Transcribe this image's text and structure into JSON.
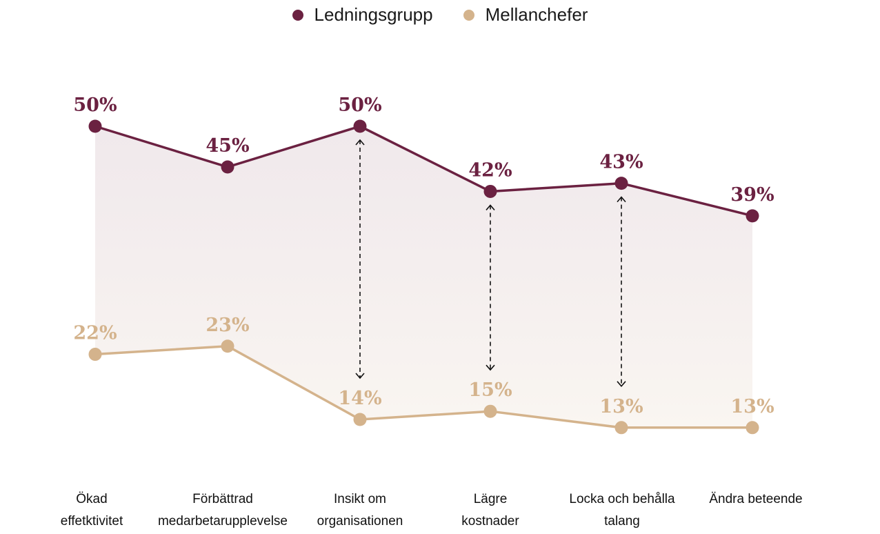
{
  "colors": {
    "leadership": "#6b2141",
    "managers": "#d4b38c"
  },
  "legend": [
    {
      "label": "Ledningsgrupp",
      "color": "#6b2141"
    },
    {
      "label": "Mellanchefer",
      "color": "#d4b38c"
    }
  ],
  "categories": [
    {
      "line1": "Ökad",
      "line2": "effetktivitet"
    },
    {
      "line1": "Förbättrad",
      "line2": "medarbetarupplevelse"
    },
    {
      "line1": "Insikt om",
      "line2": "organisationen"
    },
    {
      "line1": "Lägre",
      "line2": "kostnader"
    },
    {
      "line1": "Locka och behålla",
      "line2": "talang"
    },
    {
      "line1": "Ändra beteende",
      "line2": ""
    }
  ],
  "chart_data": {
    "type": "line",
    "title": "",
    "xlabel": "",
    "ylabel": "",
    "categories": [
      "Ökad effetktivitet",
      "Förbättrad medarbetarupplevelse",
      "Insikt om organisationen",
      "Lägre kostnader",
      "Locka och behålla talang",
      "Ändra beteende"
    ],
    "series": [
      {
        "name": "Ledningsgrupp",
        "values": [
          50,
          45,
          50,
          42,
          43,
          39
        ],
        "labels": [
          "50%",
          "45%",
          "50%",
          "42%",
          "43%",
          "39%"
        ],
        "color": "#6b2141"
      },
      {
        "name": "Mellanchefer",
        "values": [
          22,
          23,
          14,
          15,
          13,
          13
        ],
        "labels": [
          "22%",
          "23%",
          "14%",
          "15%",
          "13%",
          "13%"
        ],
        "color": "#d4b38c"
      }
    ],
    "gap_arrows_at": [
      "Insikt om organisationen",
      "Lägre kostnader",
      "Locka och behålla talang"
    ],
    "shaded_area_between_series": true,
    "grid": false,
    "legend_position": "top-center"
  }
}
